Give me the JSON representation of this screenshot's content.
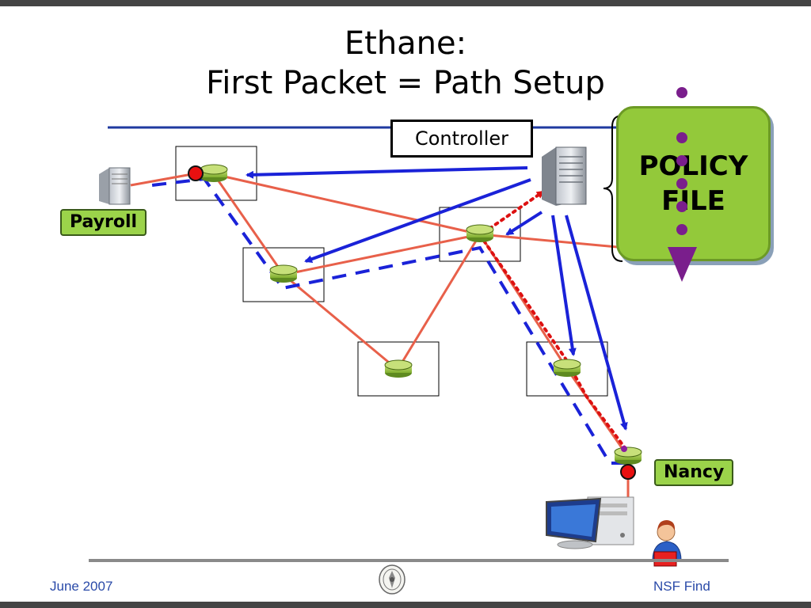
{
  "slide": {
    "title_line1": "Ethane:",
    "title_line2": "First Packet = Path Setup"
  },
  "diagram": {
    "controller_label": "Controller",
    "policy_label_line1": "POLICY",
    "policy_label_line2": "FILE",
    "payroll_label": "Payroll",
    "nancy_label": "Nancy",
    "colors": {
      "link_red": "#e8604a",
      "control_blue": "#1a22d8",
      "packet_red": "#dd1111",
      "policy_purple": "#7a1e8c",
      "switch_green": "#9bc94a",
      "label_green": "#9bd34a",
      "policy_green": "#93c93a"
    }
  },
  "footer": {
    "date": "June 2007",
    "event": "NSF Find"
  }
}
